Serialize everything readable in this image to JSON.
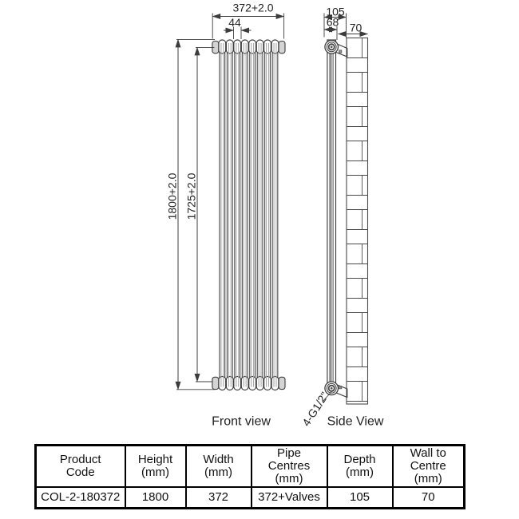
{
  "front_view": {
    "label": "Front view",
    "columns": 8,
    "dim_width": "372+2.0",
    "dim_column_pitch": "44",
    "dim_height_overall": "1800+2.0",
    "dim_height_tubes": "1725+2.0"
  },
  "side_view": {
    "label": "Side View",
    "dim_depth": "105",
    "dim_bracket": "68",
    "dim_wall_to_centre": "70",
    "pipe_connection": "4-G1/2\""
  },
  "table": {
    "headers": [
      [
        "Product",
        "Code"
      ],
      [
        "Height",
        "(mm)"
      ],
      [
        "Width",
        "(mm)"
      ],
      [
        "Pipe",
        "Centres",
        "(mm)"
      ],
      [
        "Depth",
        "(mm)"
      ],
      [
        "Wall to",
        "Centre",
        "(mm)"
      ]
    ],
    "rows": [
      [
        "COL-2-180372",
        "1800",
        "372",
        "372+Valves",
        "105",
        "70"
      ]
    ]
  },
  "colors": {
    "line": "#3c3c3c",
    "shade_line": "#a6a6a6",
    "cap_fill": "#d4d4d4",
    "profile_fill": "#bdbdbd",
    "table_border": "#000000",
    "background": "#ffffff"
  }
}
